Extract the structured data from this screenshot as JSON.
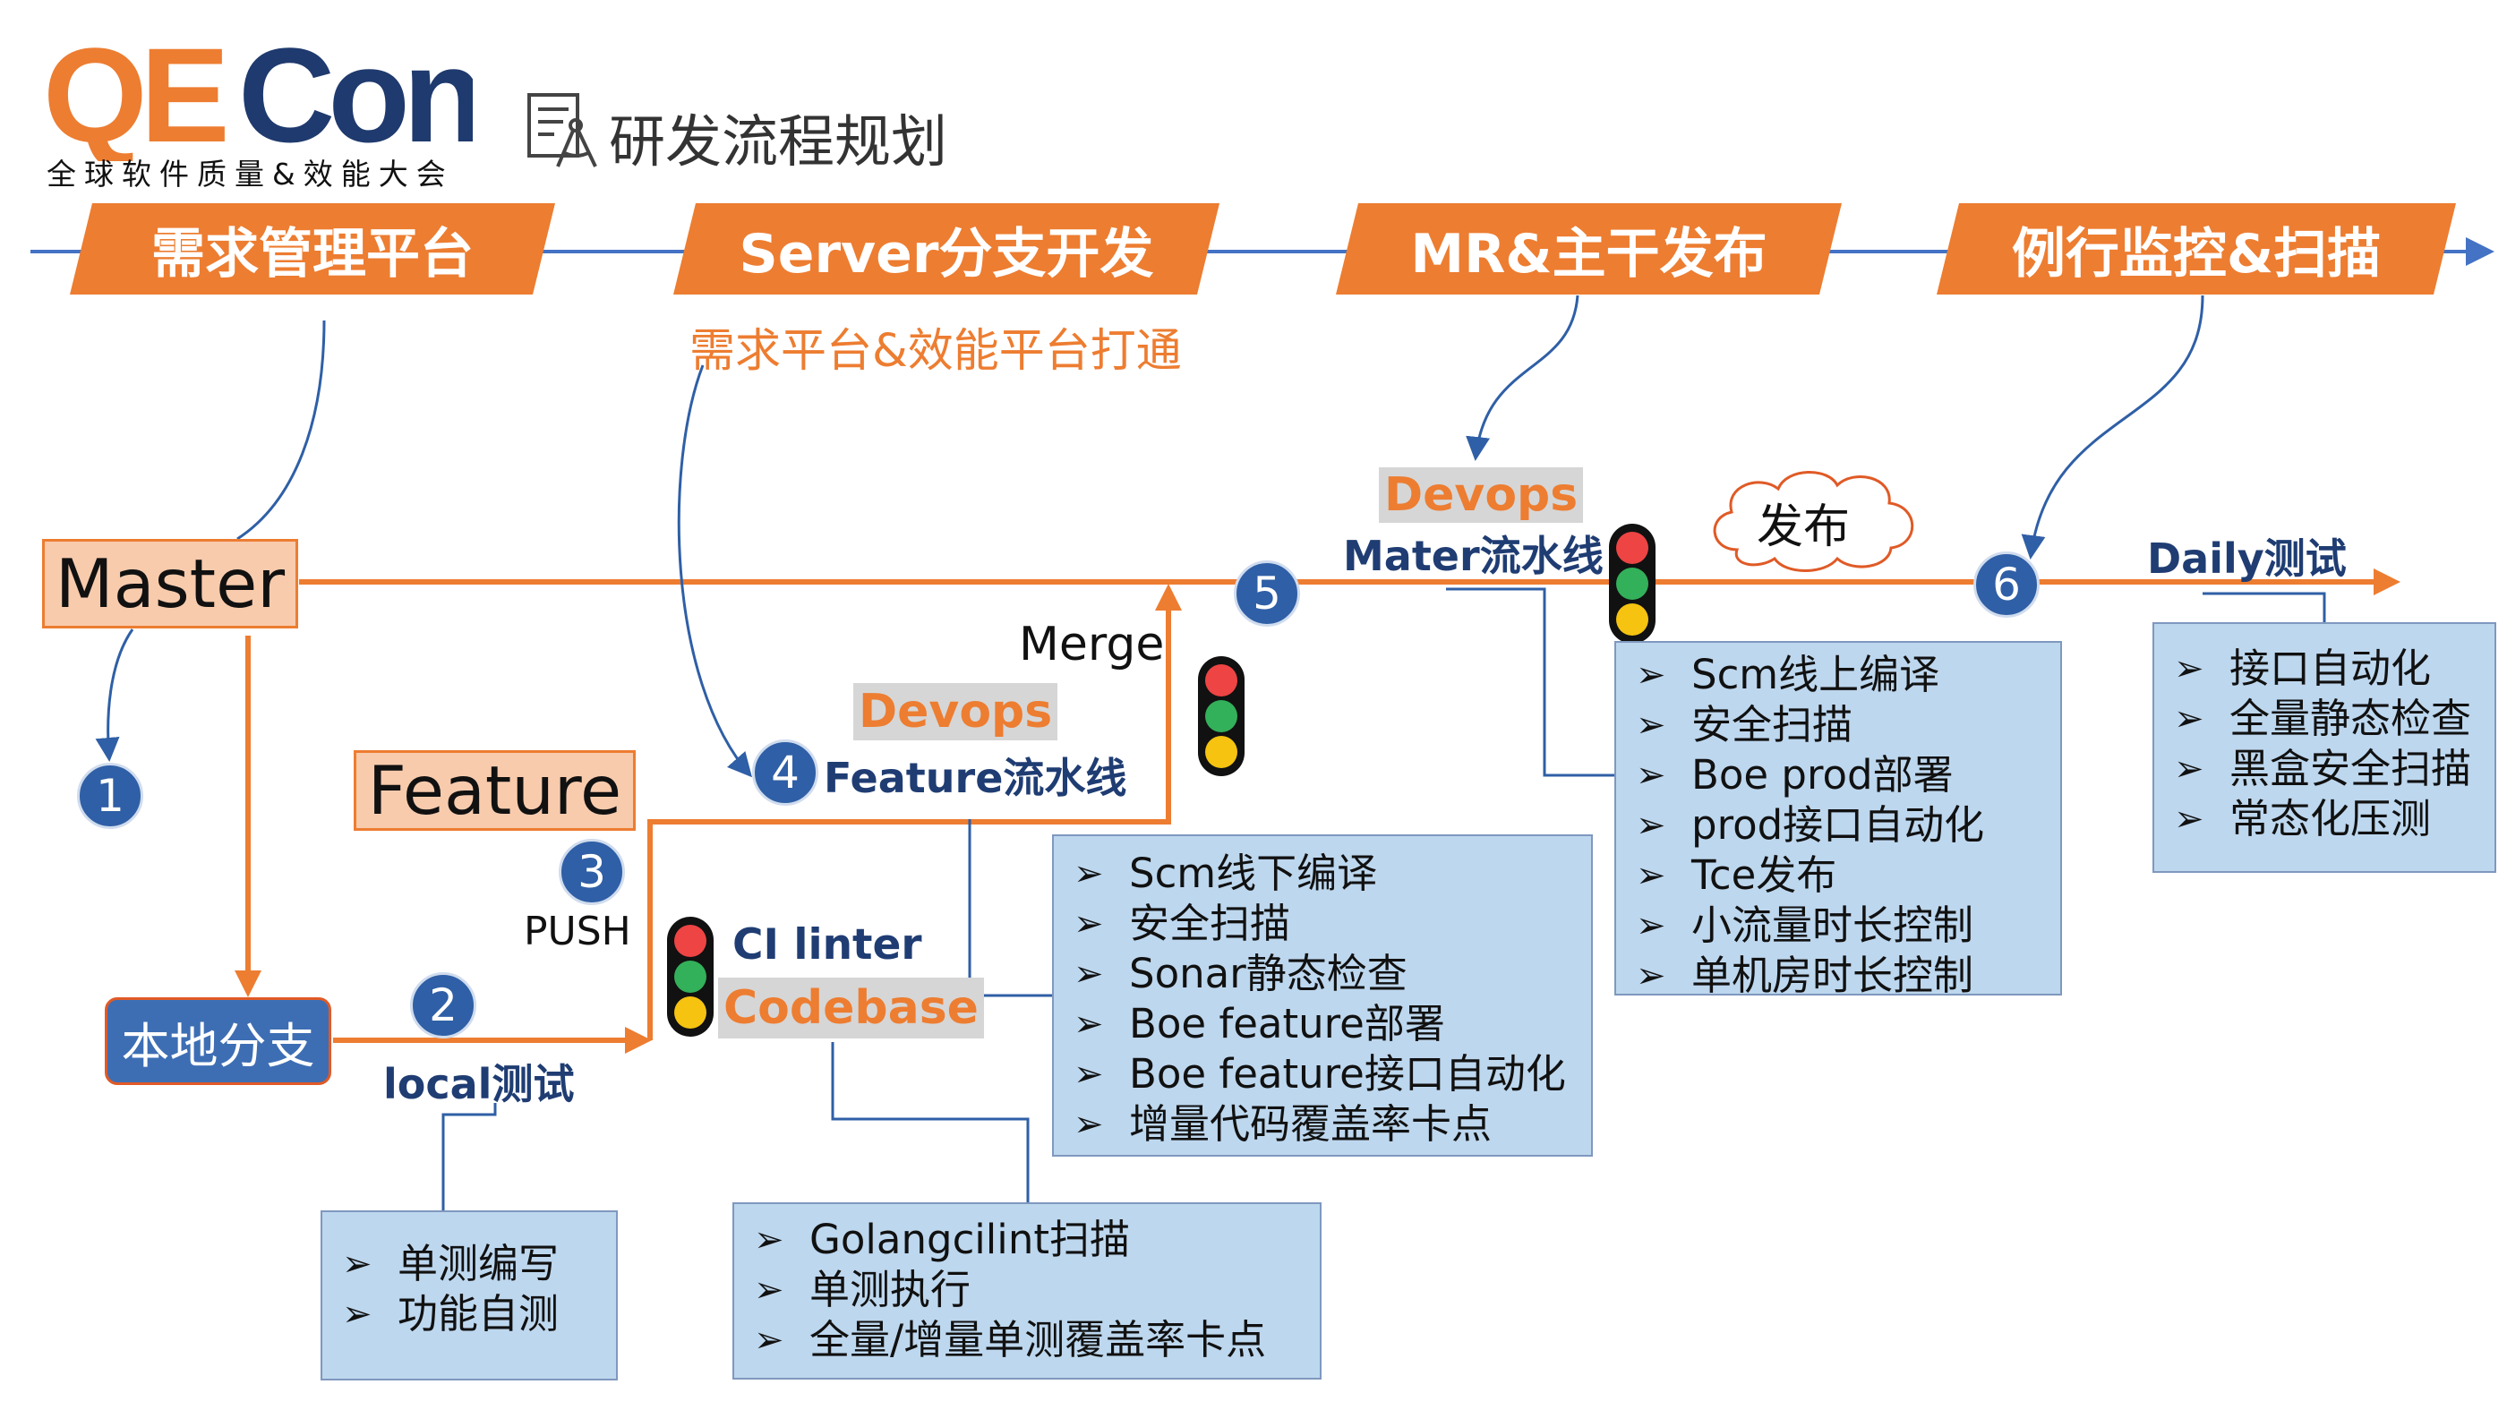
{
  "logo": {
    "brand": "QECon",
    "tagline": "全球软件质量&效能大会"
  },
  "title": "研发流程规划",
  "banners": [
    "需求管理平台",
    "Server分支开发",
    "MR&主干发布",
    "例行监控&扫描"
  ],
  "subtitle": "需求平台&效能平台打通",
  "nodes": {
    "master": "Master",
    "feature": "Feature",
    "local_branch": "本地分支"
  },
  "steps": [
    "1",
    "2",
    "3",
    "4",
    "5",
    "6"
  ],
  "labels": {
    "local_test": "local测试",
    "push": "PUSH",
    "ci_linter": "CI linter",
    "codebase": "Codebase",
    "devops_feature": "Devops",
    "feature_pipeline": "Feature流水线",
    "merge": "Merge",
    "devops_master": "Devops",
    "master_pipeline": "Mater流水线",
    "release": "发布",
    "daily_test": "Daily测试"
  },
  "panels": {
    "local": [
      "单测编写",
      "功能自测"
    ],
    "codebase": [
      "Golangcilint扫描",
      "单测执行",
      "全量/增量单测覆盖率卡点"
    ],
    "feature_pipeline": [
      "Scm线下编译",
      "安全扫描",
      "Sonar静态检查",
      "Boe feature部署",
      "Boe feature接口自动化",
      "增量代码覆盖率卡点"
    ],
    "master_pipeline": [
      "Scm线上编译",
      "安全扫描",
      "Boe prod部署",
      "prod接口自动化",
      "Tce发布",
      "小流量时长控制",
      "单机房时长控制"
    ],
    "daily": [
      "接口自动化",
      "全量静态检查",
      "黑盒安全扫描",
      "常态化压测"
    ]
  },
  "colors": {
    "orange": "#ed7d31",
    "navy": "#2f5fa6",
    "panel_blue": "#bdd7ee",
    "node_fill": "#f8cbad",
    "timeline_blue": "#4472c4"
  },
  "icons": {
    "bullet": "➢"
  }
}
